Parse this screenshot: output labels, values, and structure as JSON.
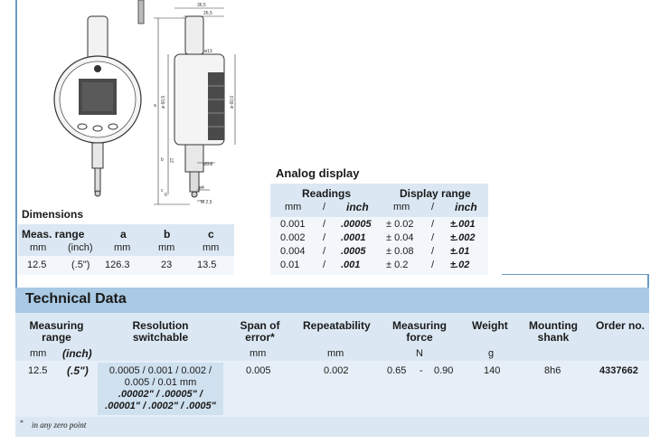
{
  "drawing": {
    "dim_top1": "36,5",
    "dim_top2": "26,5",
    "dim_d13": "ø13",
    "dim_a": "a",
    "dim_d60_5": "ø 60,5",
    "dim_d60_0": "ø 60,0",
    "dim_b": "b",
    "dim_27": "27",
    "dim_d8h6": "ø8h6",
    "dim_c": "c",
    "dim_6": "6",
    "dim_d4": "ø4",
    "dim_m25": "M 2,5"
  },
  "analog": {
    "title": "Analog display",
    "col_readings": "Readings",
    "col_display": "Display range",
    "sub_mm": "mm",
    "sub_slash": "/",
    "sub_inch": "inch",
    "rows": [
      {
        "mm": "0.001",
        "inch": ".00005",
        "dmm": "± 0.02",
        "dinch": "±.001"
      },
      {
        "mm": "0.002",
        "inch": ".0001",
        "dmm": "± 0.04",
        "dinch": "±.002"
      },
      {
        "mm": "0.004",
        "inch": ".0005",
        "dmm": "± 0.08",
        "dinch": "±.01"
      },
      {
        "mm": "0.01",
        "inch": ".001",
        "dmm": "± 0.2",
        "dinch": "±.02"
      }
    ]
  },
  "dimensions": {
    "title": "Dimensions",
    "headers": [
      "Meas. range",
      "a",
      "b",
      "c"
    ],
    "units": [
      "mm",
      "(inch)",
      "mm",
      "mm",
      "mm"
    ],
    "row": [
      "12.5",
      "(.5\")",
      "126.3",
      "23",
      "13.5"
    ]
  },
  "tech": {
    "title": "Technical Data",
    "headers": {
      "range_1": "Measuring",
      "range_2": "range",
      "res_1": "Resolution",
      "res_2": "switchable",
      "span_1": "Span of",
      "span_2": "error*",
      "rep": "Repeatability",
      "force_1": "Measuring",
      "force_2": "force",
      "weight": "Weight",
      "shank_1": "Mounting",
      "shank_2": "shank",
      "order": "Order no."
    },
    "units": {
      "mm": "mm",
      "inch": "(inch)",
      "span": "mm",
      "rep": "mm",
      "force": "N",
      "weight": "g"
    },
    "row": {
      "mm": "12.5",
      "inch": "(.5\")",
      "res_1": "0.0005 / 0.001 / 0.002 /",
      "res_2": "0.005 / 0.01 mm",
      "res_3": ".00002\" / .00005\" /",
      "res_4": ".00001\" / .0002\" / .0005\"",
      "span": "0.005",
      "rep": "0.002",
      "force_min": "0.65",
      "force_sep": "-",
      "force_max": "0.90",
      "weight": "140",
      "shank": "8h6",
      "order": "4337662"
    },
    "footnote_mark": "*",
    "footnote": "in any zero point"
  }
}
